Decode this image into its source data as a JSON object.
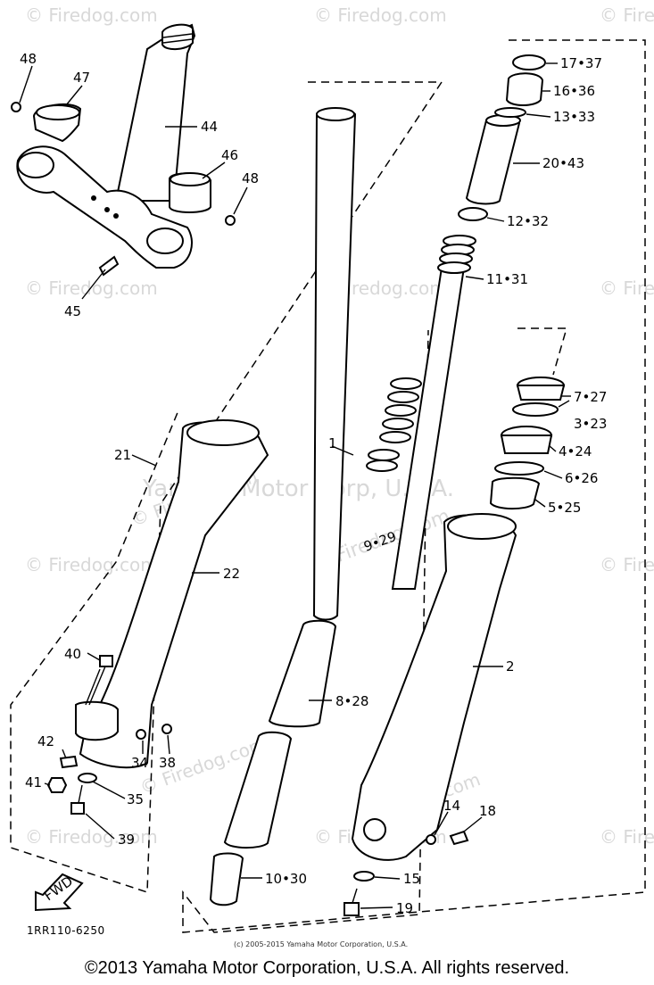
{
  "watermarks": {
    "site": "© Firedog.com",
    "company": "Yamaha Motor Corp, U.S.A."
  },
  "labels": {
    "p1": "1",
    "p2": "2",
    "p5_25": "5•25",
    "p6_26": "6•26",
    "p4_24": "4•24",
    "p3_23": "3•23",
    "p7_27": "7•27",
    "p8_28": "8•28",
    "p9_29": "9•29",
    "p10_30": "10•30",
    "p11_31": "11•31",
    "p12_32": "12•32",
    "p13_33": "13•33",
    "p14": "14",
    "p15": "15",
    "p16_36": "16•36",
    "p17_37": "17•37",
    "p18": "18",
    "p19": "19",
    "p20_43": "20•43",
    "p21": "21",
    "p22": "22",
    "p34": "34",
    "p35": "35",
    "p38": "38",
    "p39": "39",
    "p40": "40",
    "p41": "41",
    "p42": "42",
    "p44": "44",
    "p45": "45",
    "p46": "46",
    "p47": "47",
    "p48a": "48",
    "p48b": "48",
    "fwd": "FWD"
  },
  "diagram_code": "1RR110-6250",
  "small_copyright": "(c) 2005-2015 Yamaha Motor Corporation, U.S.A.",
  "footer": "©2013 Yamaha Motor Corporation, U.S.A. All rights reserved."
}
